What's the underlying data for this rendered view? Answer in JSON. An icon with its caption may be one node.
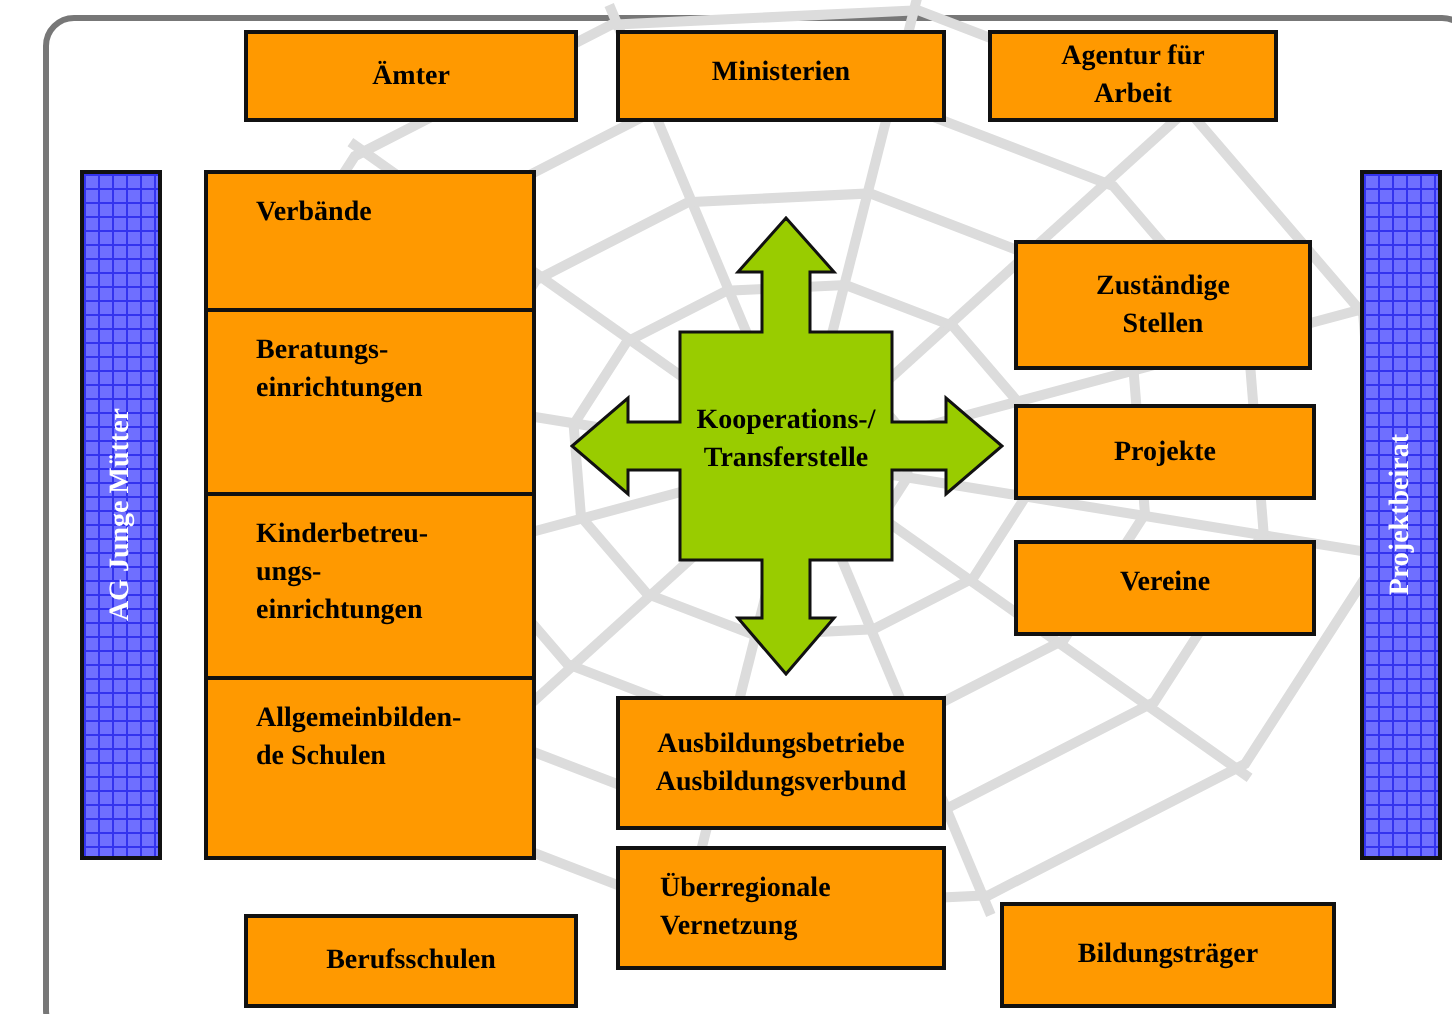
{
  "diagram": {
    "nodes": [
      {
        "text": [
          "Ämter"
        ]
      },
      {
        "text": [
          "Ministerien"
        ]
      },
      {
        "text": [
          "Agentur für Arbeit"
        ]
      },
      {
        "text": [
          "AG Junge Mütter"
        ]
      },
      {
        "text": [
          "Verbände"
        ]
      },
      {
        "text": [
          "Beratungs- einrichtungen"
        ]
      },
      {
        "text": [
          "Kinderbetreu- ungs- einrichtungen"
        ]
      },
      {
        "text": [
          "Allgemeinbilden- de Schulen"
        ]
      },
      {
        "text": [
          "Kooperations-/ Transferstelle"
        ]
      },
      {
        "text": [
          "Zuständige Stellen"
        ]
      },
      {
        "text": [
          "Projekte"
        ]
      },
      {
        "text": [
          "Vereine"
        ]
      },
      {
        "text": [
          "Projektbeirat"
        ]
      },
      {
        "text": [
          "Ausbildungsbetriebe",
          "Ausbildungsverbund"
        ]
      },
      {
        "text": [
          "Überregionale Vernetzung"
        ]
      },
      {
        "text": [
          "Berufsschulen"
        ]
      },
      {
        "text": [
          "Bildungsträger"
        ]
      }
    ]
  }
}
